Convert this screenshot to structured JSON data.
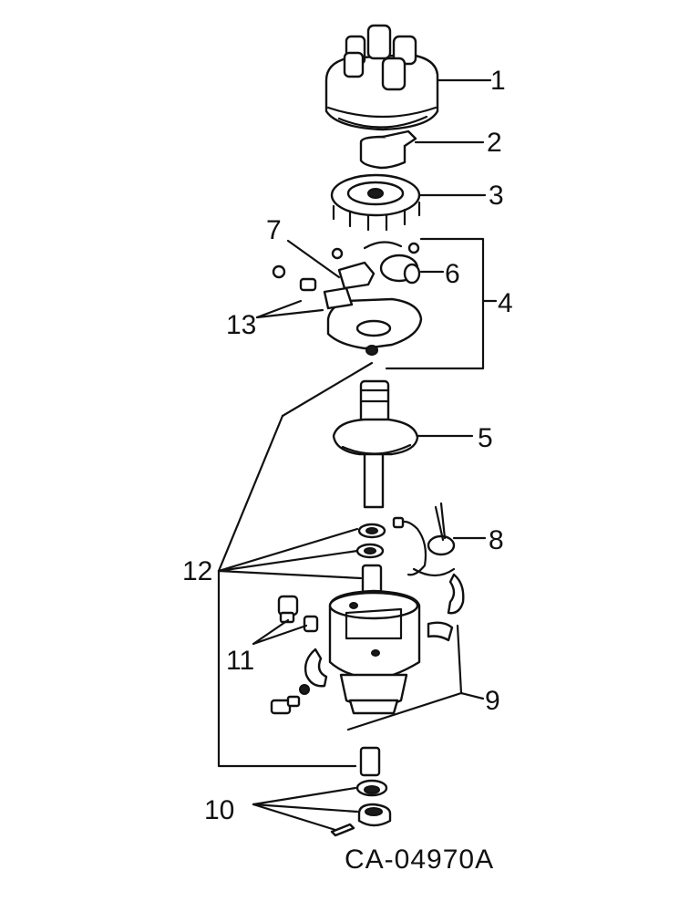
{
  "diagram": {
    "callouts": {
      "p1": "1",
      "p2": "2",
      "p3": "3",
      "p4": "4",
      "p5": "5",
      "p6": "6",
      "p7": "7",
      "p8": "8",
      "p9": "9",
      "p10": "10",
      "p11": "11",
      "p12": "12",
      "p13": "13"
    },
    "drawing_code": "CA-04970A"
  }
}
